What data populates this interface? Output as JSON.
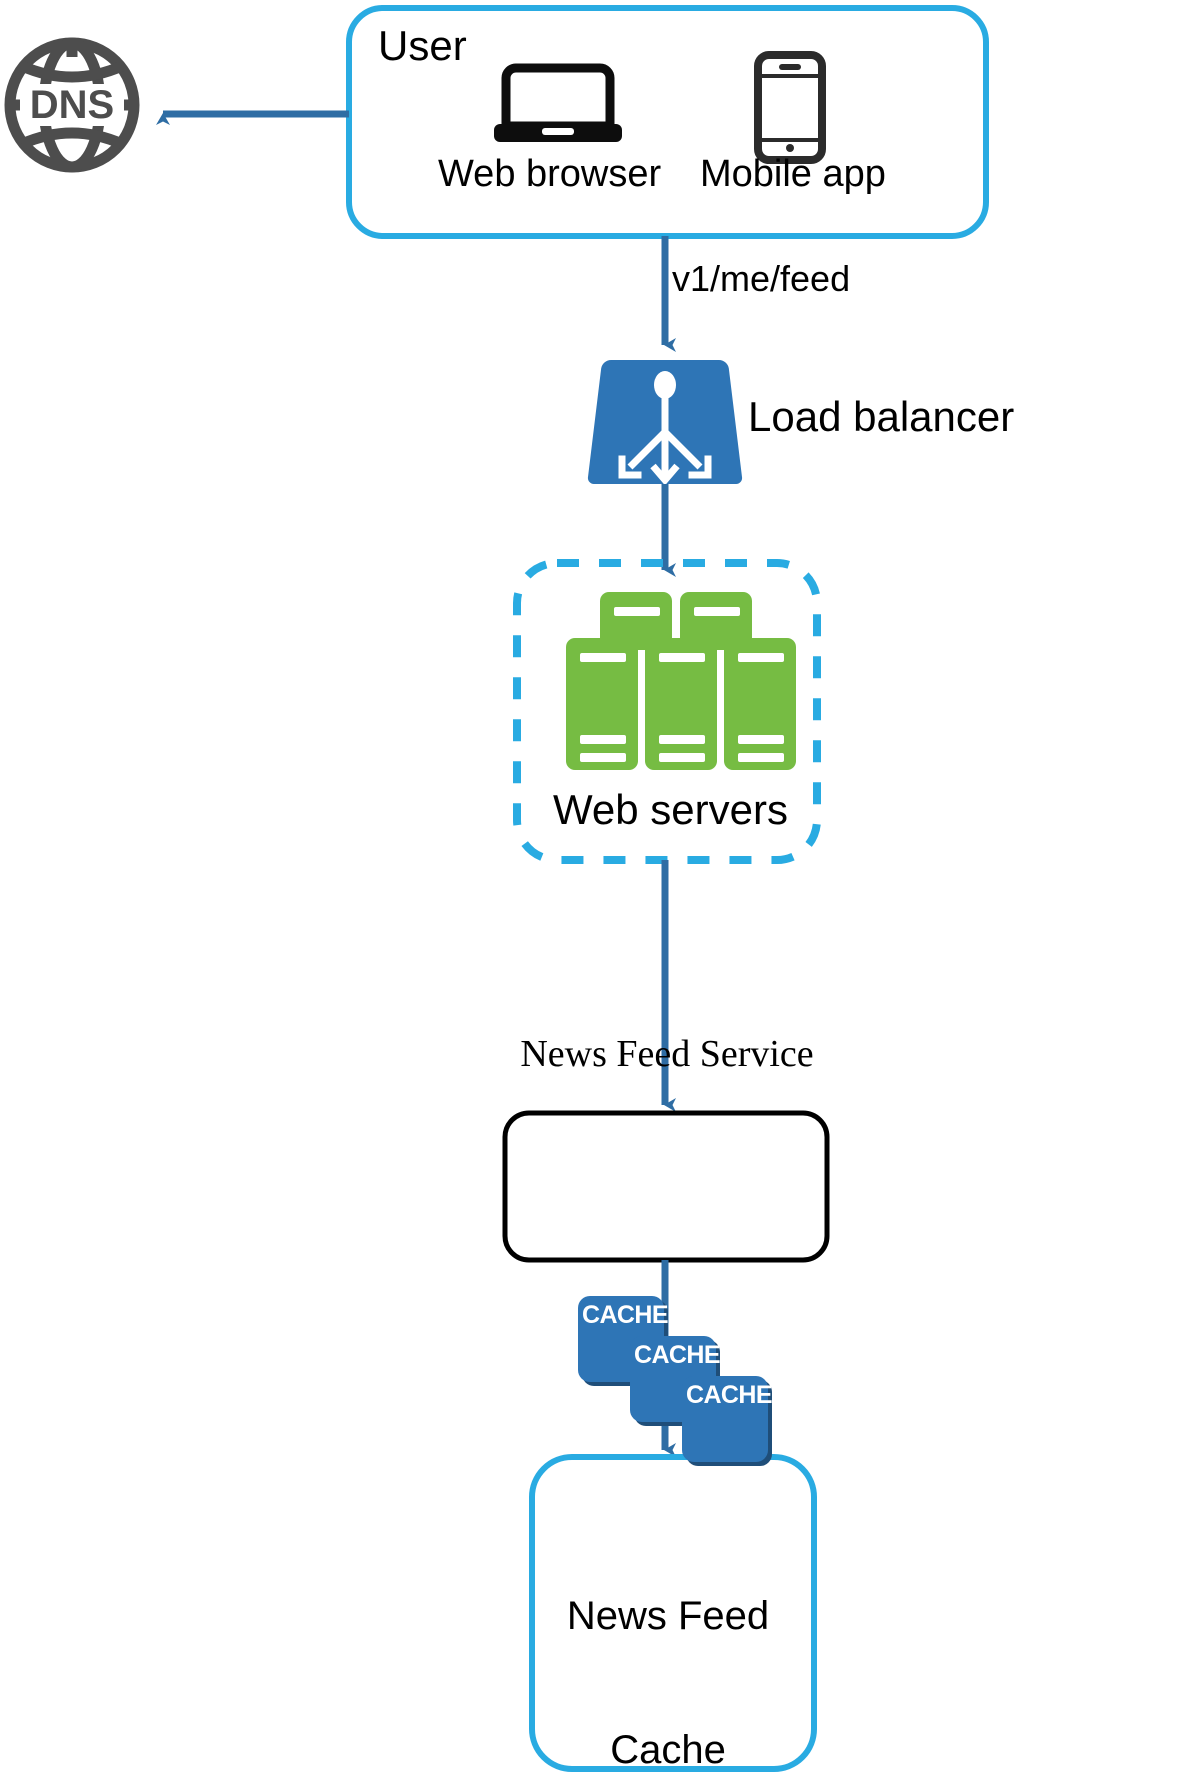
{
  "diagram": {
    "title": "News Feed System Architecture",
    "type": "system-architecture-flow",
    "colors": {
      "accent_cyan": "#29ABE2",
      "arrow_blue": "#2E6DA4",
      "node_blue": "#2E75B6",
      "node_blue_shadow": "#1F4E79",
      "server_green": "#76BC43",
      "dns_gray": "#4D4D4D",
      "text_black": "#000000",
      "background": "#FFFFFF"
    },
    "nodes": {
      "dns": {
        "label": "DNS",
        "icon": "globe-icon",
        "shape": "circle-globe"
      },
      "user": {
        "label": "User",
        "shape": "rounded-rect-cyan-outline",
        "clients": [
          {
            "label": "Web browser",
            "icon": "laptop-icon"
          },
          {
            "label": "Mobile app",
            "icon": "mobile-phone-icon"
          }
        ]
      },
      "load_balancer": {
        "label": "Load balancer",
        "icon": "load-balancer-icon",
        "shape": "trapezoid-blue"
      },
      "web_servers": {
        "label": "Web servers",
        "icon": "server-rack-icon",
        "shape": "rounded-rect-dashed-cyan",
        "server_count_back": 2,
        "server_count_front": 3
      },
      "news_feed_service": {
        "label": "News Feed Service",
        "shape": "rounded-rect-black-outline"
      },
      "news_feed_cache": {
        "label": "News Feed\nCache",
        "label_line1": "News Feed",
        "label_line2": "Cache",
        "shape": "rounded-rect-cyan-outline",
        "tiles": [
          {
            "label": "CACHE"
          },
          {
            "label": "CACHE"
          },
          {
            "label": "CACHE"
          }
        ]
      }
    },
    "edges": [
      {
        "from": "user",
        "to": "dns",
        "label": "",
        "direction": "left"
      },
      {
        "from": "user",
        "to": "load_balancer",
        "label": "v1/me/feed",
        "direction": "down"
      },
      {
        "from": "load_balancer",
        "to": "web_servers",
        "label": "",
        "direction": "down"
      },
      {
        "from": "web_servers",
        "to": "news_feed_service",
        "label": "",
        "direction": "down"
      },
      {
        "from": "news_feed_service",
        "to": "news_feed_cache",
        "label": "",
        "direction": "down"
      }
    ]
  }
}
